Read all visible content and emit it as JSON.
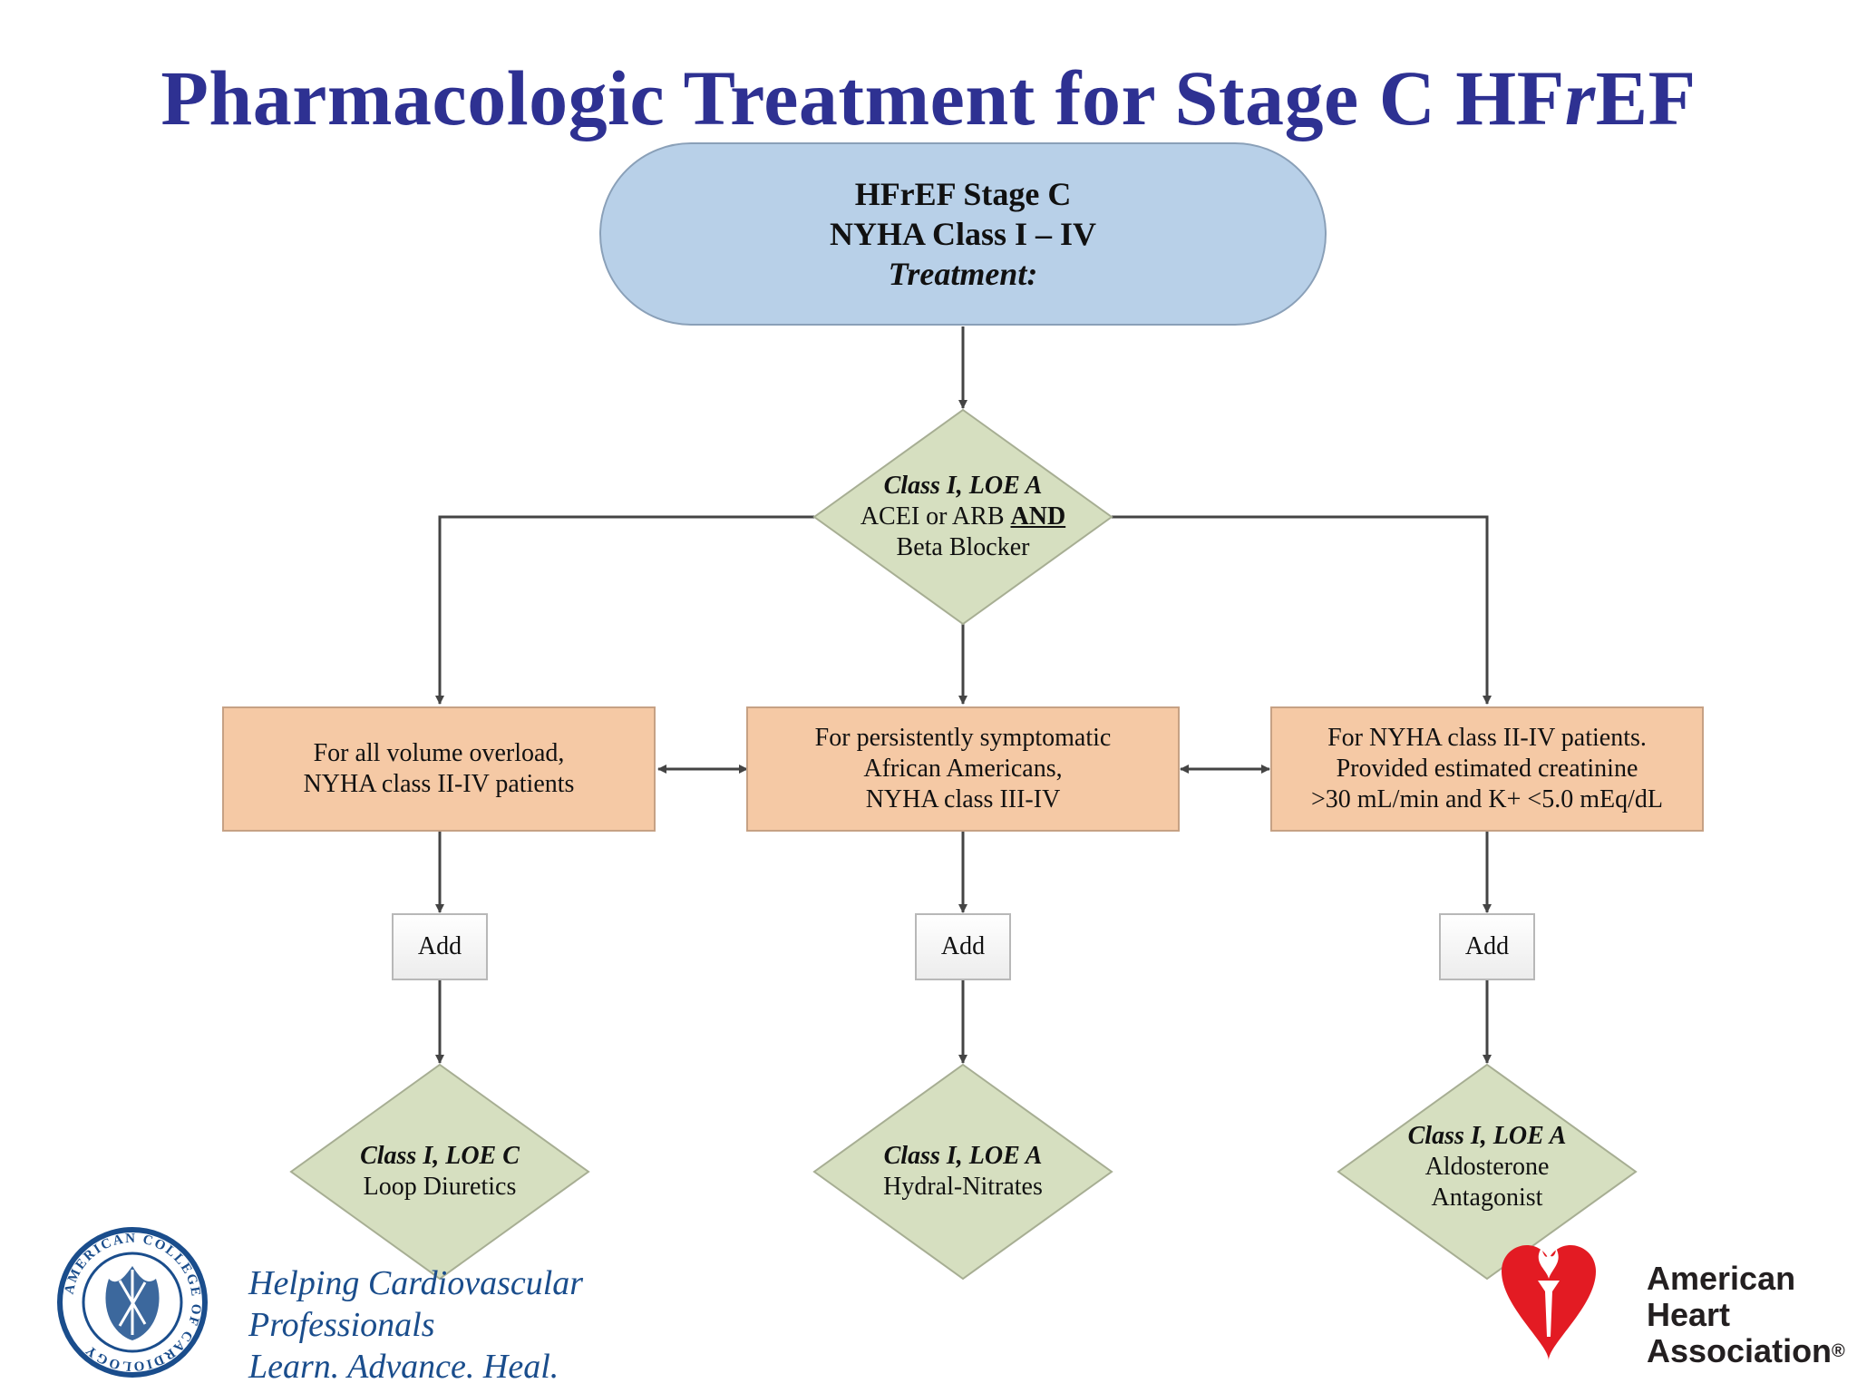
{
  "title": {
    "main": "Pharmacologic Treatment for Stage C HF",
    "italic": "r",
    "tail": "EF"
  },
  "start": {
    "line1": "HFrEF Stage C",
    "line2": "NYHA Class I – IV",
    "line3": "Treatment:"
  },
  "first_decision": {
    "class": "Class I, LOE A",
    "line2a": "ACEI or ARB ",
    "line2b": "AND",
    "line3": "Beta Blocker"
  },
  "criteria_boxes": [
    {
      "lines": [
        "For all volume overload,",
        "NYHA class II-IV patients"
      ]
    },
    {
      "lines": [
        "For persistently symptomatic",
        "African Americans,",
        "NYHA class III-IV"
      ]
    },
    {
      "lines": [
        "For NYHA class II-IV patients.",
        "Provided  estimated creatinine",
        ">30 mL/min and K+ <5.0 mEq/dL"
      ]
    }
  ],
  "add_label": "Add",
  "final_decisions": [
    {
      "class": "Class I, LOE C",
      "lines": [
        "Loop Diuretics"
      ]
    },
    {
      "class": "Class I, LOE A",
      "lines": [
        "Hydral-Nitrates"
      ]
    },
    {
      "class": "Class I, LOE A",
      "lines": [
        "Aldosterone",
        "Antagonist"
      ]
    }
  ],
  "footer": {
    "acc_seal_text": "AMERICAN COLLEGE OF CARDIOLOGY",
    "acc_tagline_1": "Helping Cardiovascular Professionals",
    "acc_tagline_2": "Learn. Advance. Heal.",
    "aha_line1": "American",
    "aha_line2": "Heart",
    "aha_line3": "Association",
    "aha_reg": "®"
  },
  "colors": {
    "title": "#2e3192",
    "pill_fill": "#b8d0e8",
    "diamond_fill": "#d6dfc0",
    "box_fill": "#f5c9a5",
    "connector": "#444444",
    "acc_blue": "#1a4d8c",
    "aha_red": "#e31b23"
  }
}
